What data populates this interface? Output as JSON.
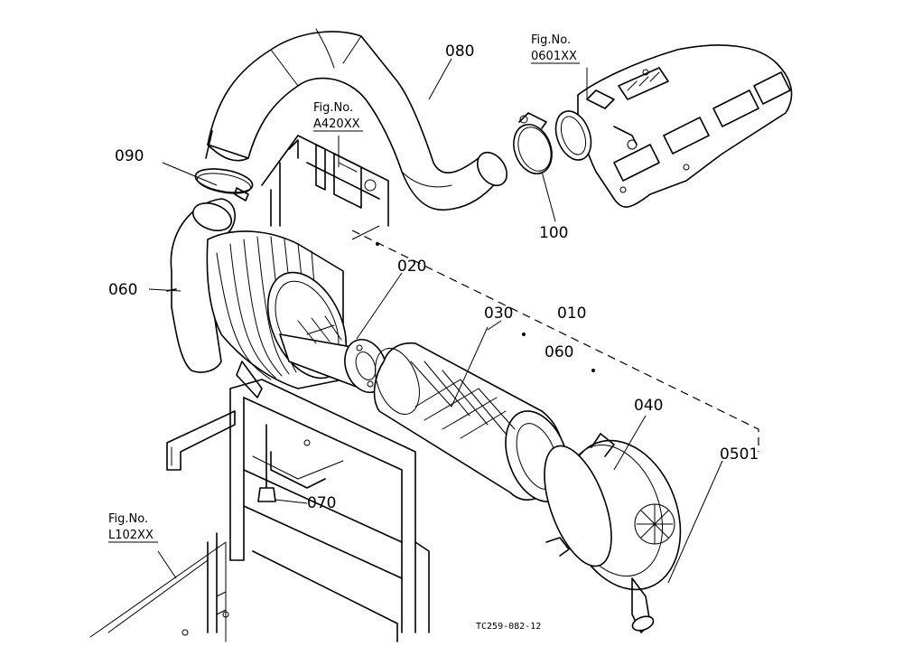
{
  "callouts": {
    "c080": "080",
    "c090": "090",
    "c060a": "060",
    "c020": "020",
    "c030": "030",
    "c010": "010",
    "c060b": "060",
    "c040": "040",
    "c050": "0501",
    "c100": "100",
    "c070": "070"
  },
  "figure_refs": {
    "manifold": {
      "line1": "Fig.No.",
      "line2": "0601XX"
    },
    "bracket": {
      "line1": "Fig.No.",
      "line2": "A420XX"
    },
    "frame": {
      "line1": "Fig.No.",
      "line2": "L102XX"
    }
  },
  "drawing_code": "TC259-082-12"
}
